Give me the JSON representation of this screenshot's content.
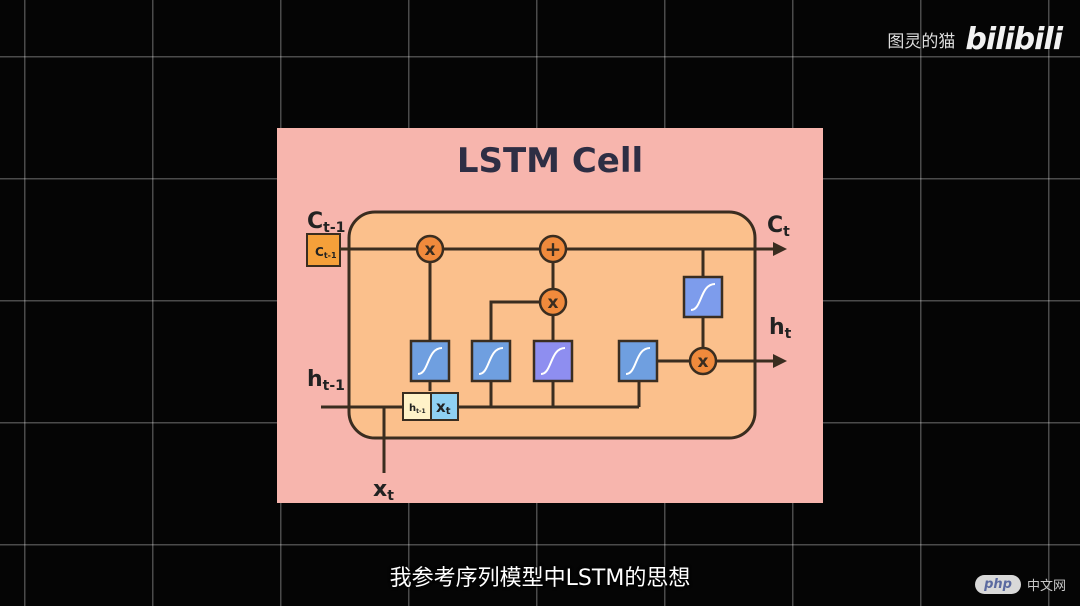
{
  "watermark": {
    "author": "图灵的猫",
    "brand": "bilibili"
  },
  "diagram": {
    "title": "LSTM Cell",
    "labels": {
      "c_prev_main": "C",
      "c_prev_sub": "t-1",
      "c_prev_box_main": "C",
      "c_prev_box_sub": "t-1",
      "c_out_main": "C",
      "c_out_sub": "t",
      "h_out_main": "h",
      "h_out_sub": "t",
      "h_prev_main": "h",
      "h_prev_sub": "t-1",
      "x_main": "x",
      "x_sub": "t",
      "concat_h_main": "h",
      "concat_h_sub": "t-1",
      "concat_x_main": "x",
      "concat_x_sub": "t"
    },
    "ops": {
      "multiply": "x",
      "add": "+"
    },
    "colors": {
      "panel": "#f7b5ad",
      "cell": "#fbc08c",
      "line": "#3a2d20",
      "op": "#f08a3c",
      "sigmoid_gate": "#6f9fe0",
      "tanh_gate": "#8e8ef0",
      "concat_h": "#fff2c8",
      "concat_x": "#8fd0f2"
    }
  },
  "subtitle": "我参考序列模型中LSTM的思想",
  "site_badge": {
    "pill": "php",
    "site": "中文网"
  }
}
